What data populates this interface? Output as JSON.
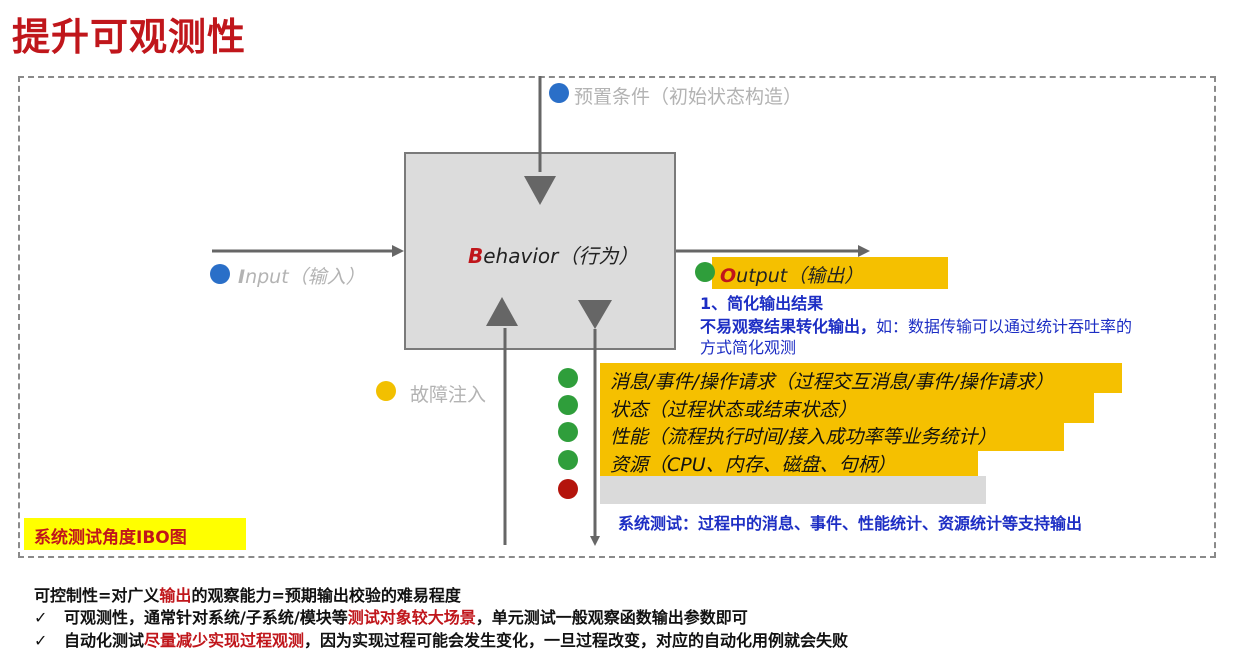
{
  "title": "提升可观测性",
  "diagram": {
    "precondition_label": "预置条件（初始状态构造）",
    "behavior_letter": "B",
    "behavior_rest": "ehavior（行为）",
    "input_letter": "I",
    "input_rest": "nput（输入）",
    "output_letter": "O",
    "output_rest": "utput（输出）",
    "fault_label": "故障注入",
    "simplify_heading": "1、简化输出结果",
    "simplify_bold": "不易观察结果转化输出，",
    "simplify_rest_line1": "如：数据传输可以通过统计吞吐率的",
    "simplify_rest_line2": "方式简化观测",
    "observables": [
      "消息/事件/操作请求（过程交互消息/事件/操作请求）",
      "状态（过程状态或结束状态）",
      "性能（流程执行时间/接入成功率等业务统计）",
      "资源（CPU、内存、磁盘、句柄）"
    ],
    "system_test_note": "系统测试：过程中的消息、事件、性能统计、资源统计等支持输出",
    "ibo_label": "系统测试角度IBO图"
  },
  "notes": {
    "line1_a": "可控制性=对广义",
    "line1_hl": "输出",
    "line1_b": "的观察能力=预期输出校验的难易程度",
    "check": "✓",
    "line2_a": "可观测性，通常针对系统/子系统/模块等",
    "line2_hl": "测试对象较大场景",
    "line2_b": "，单元测试一般观察函数输出参数即可",
    "line3_a": "自动化测试",
    "line3_hl": "尽量减少实现过程观测",
    "line3_b": "，因为实现过程可能会发生变化，一旦过程改变，对应的自动化用例就会失败"
  },
  "colors": {
    "title_red": "#c0161b",
    "highlight_yellow": "#f5c000",
    "blue_text": "#1d2ec4",
    "dot_blue": "#2a6fc8",
    "dot_green": "#2f9e3b",
    "dot_yellow": "#f2c000",
    "dot_red": "#b4140c"
  }
}
